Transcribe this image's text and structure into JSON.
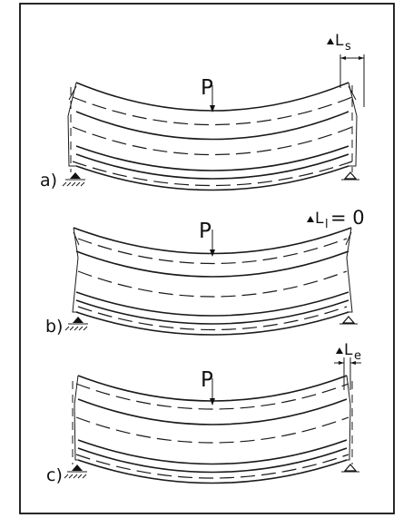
{
  "figure": {
    "panels": [
      {
        "id": "a)",
        "load": "P",
        "delta": {
          "symbol": "L",
          "sub": "s",
          "suffix": ""
        }
      },
      {
        "id": "b)",
        "load": "P",
        "delta": {
          "symbol": "L",
          "sub": "l",
          "suffix": "= 0"
        }
      },
      {
        "id": "c)",
        "load": "P",
        "delta": {
          "symbol": "L",
          "sub": "e",
          "suffix": ""
        }
      }
    ]
  }
}
